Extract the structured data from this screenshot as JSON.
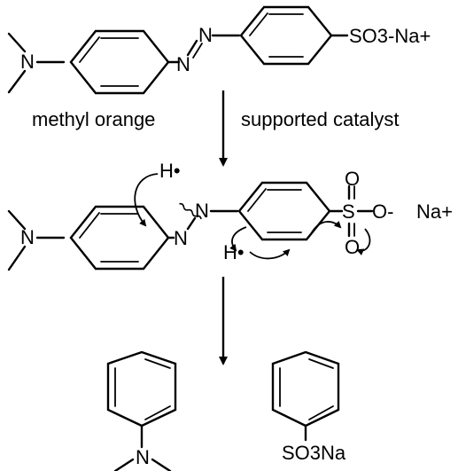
{
  "labels": {
    "n_dimethyl": "N",
    "n_azo": "N",
    "sulfonate_group": "SO3-Na+",
    "methyl_orange": "methyl orange",
    "supported_catalyst": "supported catalyst",
    "h_radical_top": "H•",
    "h_radical_bottom": "H•",
    "sulfur": "S",
    "oxygen": "O",
    "oxygen_anion": "O-",
    "sodium": "Na+",
    "product_sulfonate": "SO3Na"
  },
  "colors": {
    "ink": "#000000",
    "background": "#ffffff"
  }
}
